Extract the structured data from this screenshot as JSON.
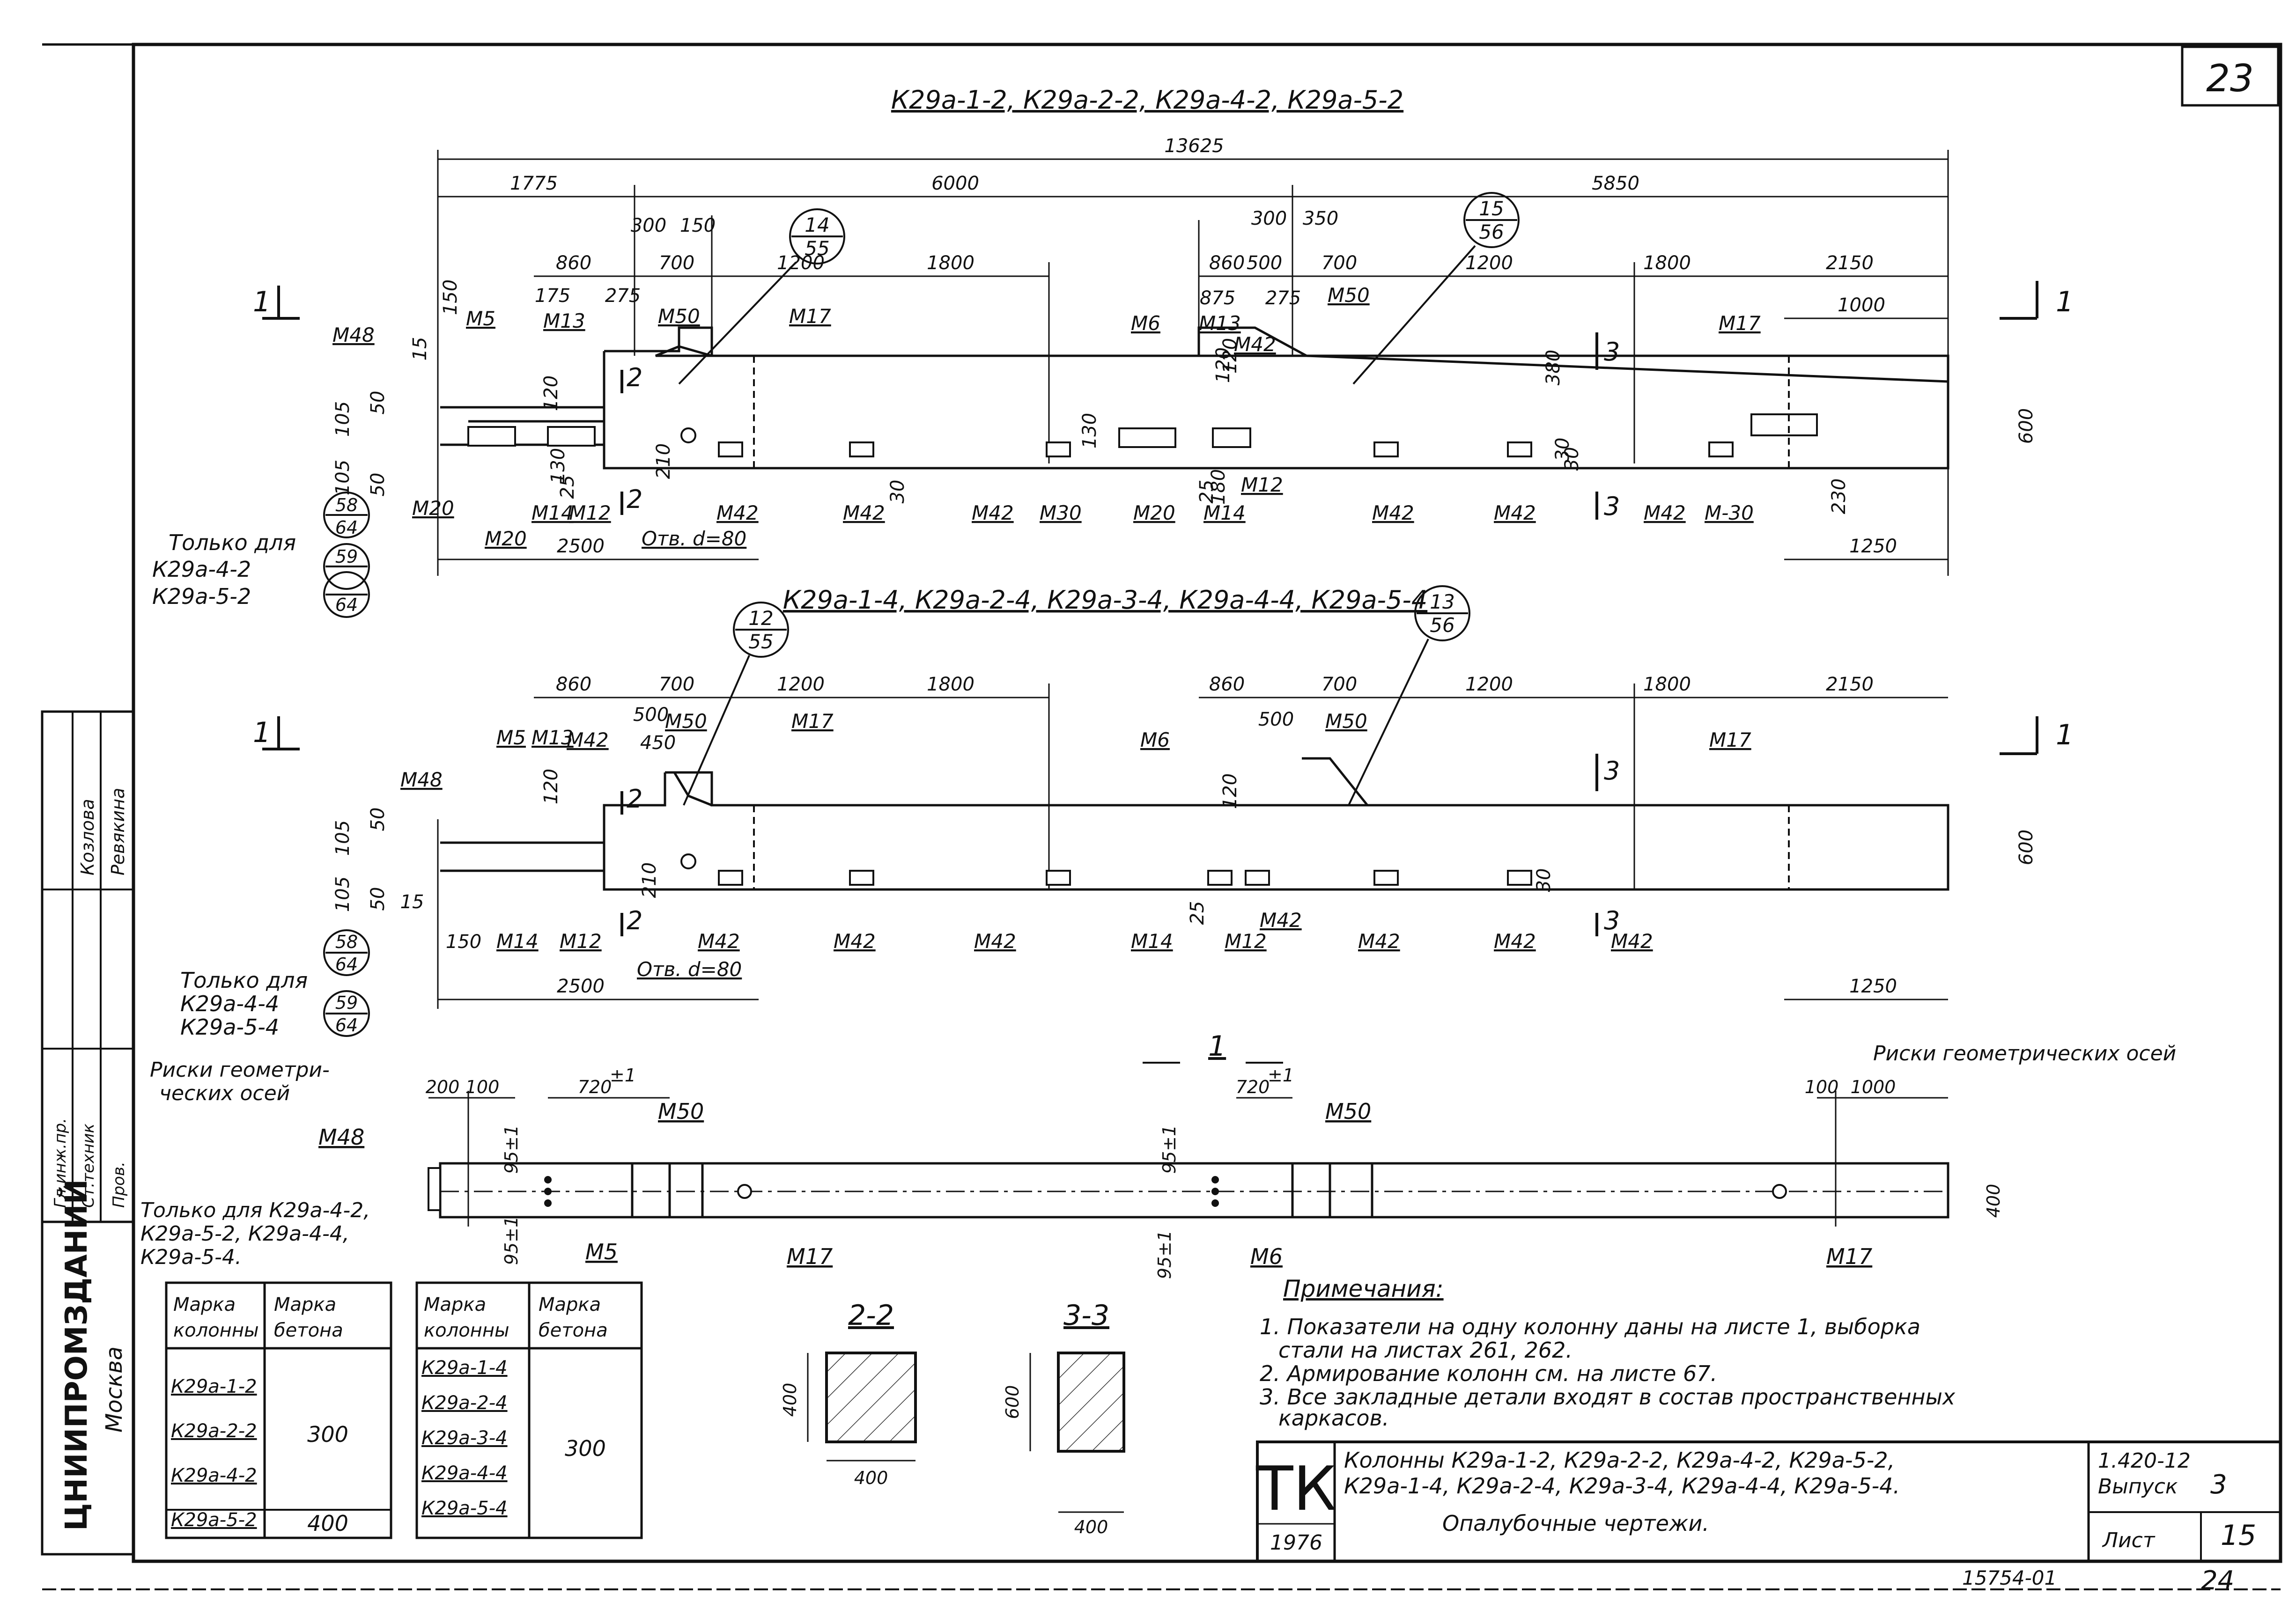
{
  "sheet_number": "23",
  "drawing1": {
    "title": "К29а-1-2, К29а-2-2, К29а-4-2, К29а-5-2",
    "dims": [
      "13625",
      "1775",
      "6000",
      "5850",
      "300",
      "150",
      "860",
      "700",
      "1200",
      "1800",
      "300",
      "350",
      "860",
      "500",
      "700",
      "1200",
      "1800",
      "2150",
      "1000",
      "150",
      "15",
      "175",
      "275",
      "875",
      "275",
      "105",
      "105",
      "50",
      "50",
      "120",
      "120",
      "130",
      "120",
      "210",
      "180",
      "380",
      "130",
      "25",
      "25",
      "30",
      "30",
      "30",
      "230",
      "600",
      "2500",
      "1250"
    ],
    "parts": [
      "М48",
      "М5",
      "М13",
      "М50",
      "М17",
      "М6",
      "М13",
      "М42",
      "М50",
      "М17",
      "М20",
      "М14",
      "М12",
      "М42",
      "М42",
      "М42",
      "М30",
      "М20",
      "М14",
      "М12",
      "М42",
      "М42",
      "М42",
      "М-30",
      "М20"
    ],
    "callouts": [
      {
        "top": "14",
        "bottom": "55"
      },
      {
        "top": "15",
        "bottom": "56"
      }
    ],
    "hole_label": "Отв. d=80",
    "sec2": "2",
    "sec3": "3",
    "sec1": "1",
    "only_for": "Только для",
    "only_items": [
      {
        "name": "К29а-4-2",
        "top": "58",
        "bottom": "64"
      },
      {
        "name": "К29а-5-2",
        "top": "59",
        "bottom": "64"
      }
    ]
  },
  "drawing2": {
    "title": "К29а-1-4, К29а-2-4, К29а-3-4, К29а-4-4, К29а-5-4",
    "dims": [
      "860",
      "700",
      "1200",
      "1800",
      "860",
      "700",
      "1200",
      "1800",
      "2150",
      "500",
      "450",
      "500",
      "120",
      "120",
      "105",
      "105",
      "50",
      "50",
      "15",
      "150",
      "210",
      "25",
      "30",
      "600",
      "2500",
      "1250"
    ],
    "parts": [
      "М5",
      "М13",
      "М50",
      "М48",
      "М42",
      "М17",
      "М6",
      "М50",
      "М17",
      "М14",
      "М12",
      "М42",
      "М42",
      "М42",
      "М14",
      "М12",
      "М42",
      "М42",
      "М42",
      "М42"
    ],
    "callouts": [
      {
        "top": "12",
        "bottom": "55"
      },
      {
        "top": "13",
        "bottom": "56"
      }
    ],
    "hole_label": "Отв. d=80",
    "only_for": "Только для",
    "only_items": [
      {
        "name": "К29а-4-4",
        "top": "58",
        "bottom": "64"
      },
      {
        "name": "К29а-5-4",
        "top": "59",
        "bottom": "64"
      }
    ]
  },
  "plan": {
    "title": "1",
    "axes_left": "Риски геометри-\nческих осей",
    "axes_right": "Риски геометрических осей",
    "dims": [
      "200",
      "100",
      "720",
      "±1",
      "720",
      "±1",
      "100",
      "1000",
      "95±1",
      "95±1",
      "95±1",
      "95±1",
      "400"
    ],
    "parts": [
      "М48",
      "М50",
      "М5",
      "М17",
      "М50",
      "М6",
      "М17"
    ],
    "only_for": "Только для К29а-4-2, К29а-5-2, К29а-4-4, К29а-5-4."
  },
  "table1": {
    "headers": [
      "Марка колонны",
      "Марка бетона"
    ],
    "rows": [
      "К29а-1-2",
      "К29а-2-2",
      "К29а-4-2",
      "К29а-5-2"
    ],
    "concrete": [
      "300",
      "400"
    ]
  },
  "table2": {
    "headers": [
      "Марка колонны",
      "Марка бетона"
    ],
    "rows": [
      "К29а-1-4",
      "К29а-2-4",
      "К29а-3-4",
      "К29а-4-4",
      "К29а-5-4"
    ],
    "concrete": [
      "300"
    ]
  },
  "section22": {
    "title": "2-2",
    "w": "400",
    "h": "400"
  },
  "section33": {
    "title": "3-3",
    "w": "400",
    "h": "600"
  },
  "notes": {
    "title": "Примечания:",
    "lines": [
      "1. Показатели на одну колонну даны на листе 1, выборка",
      "стали на листах 261, 262.",
      "2. Армирование колонн см. на листе 67.",
      "3. Все закладные детали входят в состав пространственных",
      "каркасов."
    ]
  },
  "stamp": {
    "logo": "ТК",
    "year": "1976",
    "title_line1": "Колонны К29а-1-2, К29а-2-2, К29а-4-2, К29а-5-2,",
    "title_line2": "К29а-1-4, К29а-2-4, К29а-3-4, К29а-4-4, К29а-5-4.",
    "title_line3": "Опалубочные чертежи.",
    "series": "1.420-12",
    "issue_label": "Выпуск",
    "issue": "3",
    "sheet_label": "Лист",
    "sheet": "15",
    "under_num": "24",
    "archive": "15754-01"
  },
  "side_stamp": {
    "org": "ЦНИИПРОМЗДАНИЙ",
    "city": "Москва",
    "roles": [
      "Гл.инж.пр.",
      "Ст.техник",
      "Пров."
    ],
    "names": [
      "Козлова",
      "Ревякина"
    ]
  }
}
